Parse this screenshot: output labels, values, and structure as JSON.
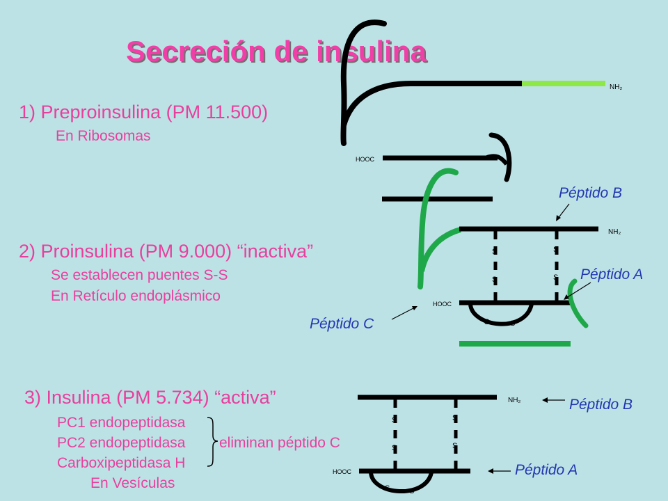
{
  "title": "Secreción de insulina",
  "step1": {
    "heading": "1) Preproinsulina (PM 11.500)",
    "location": "En Ribosomas"
  },
  "step2": {
    "heading": "2) Proinsulina (PM 9.000) “inactiva”",
    "detail": "Se establecen puentes S-S",
    "location": "En Retículo endoplásmico"
  },
  "step3": {
    "heading": "3) Insulina (PM 5.734) “activa”",
    "enzymes": [
      "PC1 endopeptidasa",
      "PC2 endopeptidasa",
      "Carboxipeptidasa H"
    ],
    "enzyme_action": "eliminan péptido C",
    "location": "En Vesículas"
  },
  "labels": {
    "peptide_b": "Péptido B",
    "peptide_a": "Péptido A",
    "peptide_c": "Péptido C",
    "nh2": "NH₂",
    "hooc": "HOOC",
    "sulfur": "S"
  },
  "colors": {
    "background": "#bde2e6",
    "pink_text": "#e83f9d",
    "blue_label": "#2236b0",
    "chain_black": "#000000",
    "signal_green": "#8ee847",
    "c_peptide_green": "#1fa84a"
  }
}
